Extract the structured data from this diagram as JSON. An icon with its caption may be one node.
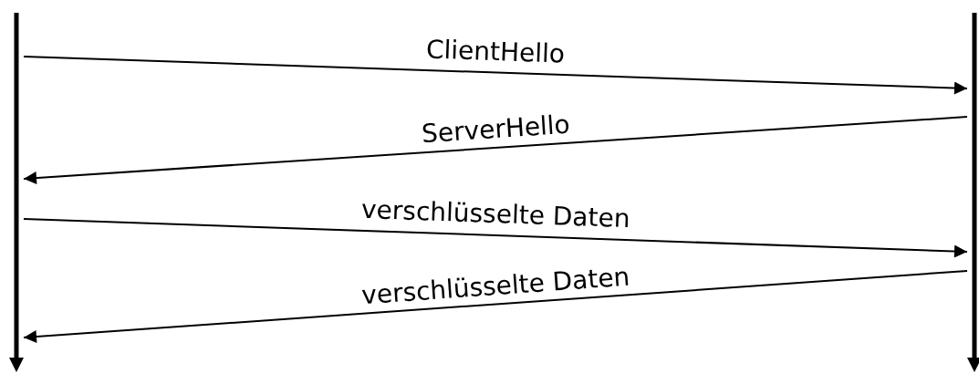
{
  "diagram": {
    "nodes": [
      {
        "text": [],
        "shape": "bar"
      },
      {
        "text": [],
        "shape": "bar"
      }
    ],
    "edges": [
      {
        "from": 0,
        "to": 1,
        "arrow": "to",
        "label": "ClientHello"
      },
      {
        "from": 1,
        "to": 0,
        "arrow": "to",
        "label": "ServerHello"
      },
      {
        "from": 0,
        "to": 1,
        "arrow": "to",
        "label": "verschlüsselte Daten"
      },
      {
        "from": 1,
        "to": 0,
        "arrow": "to",
        "label": "verschlüsselte Daten"
      }
    ]
  }
}
